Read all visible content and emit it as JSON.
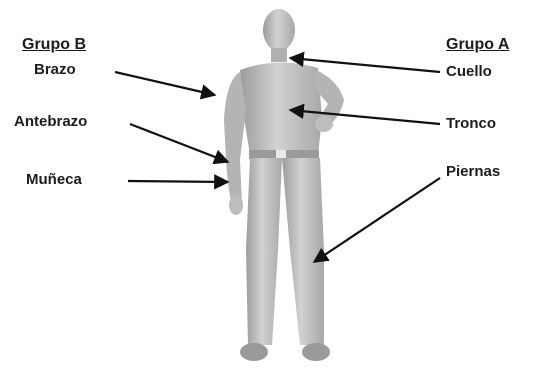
{
  "group_b": {
    "title": "Grupo B",
    "labels": [
      "Brazo",
      "Antebrazo",
      "Muñeca"
    ]
  },
  "group_a": {
    "title": "Grupo A",
    "labels": [
      "Cuello",
      "Tronco",
      "Piernas"
    ]
  },
  "colors": {
    "figure": "#b9b9b9",
    "figure_dark": "#8f8f8f",
    "text": "#1c1c1c",
    "arrow": "#111111"
  }
}
